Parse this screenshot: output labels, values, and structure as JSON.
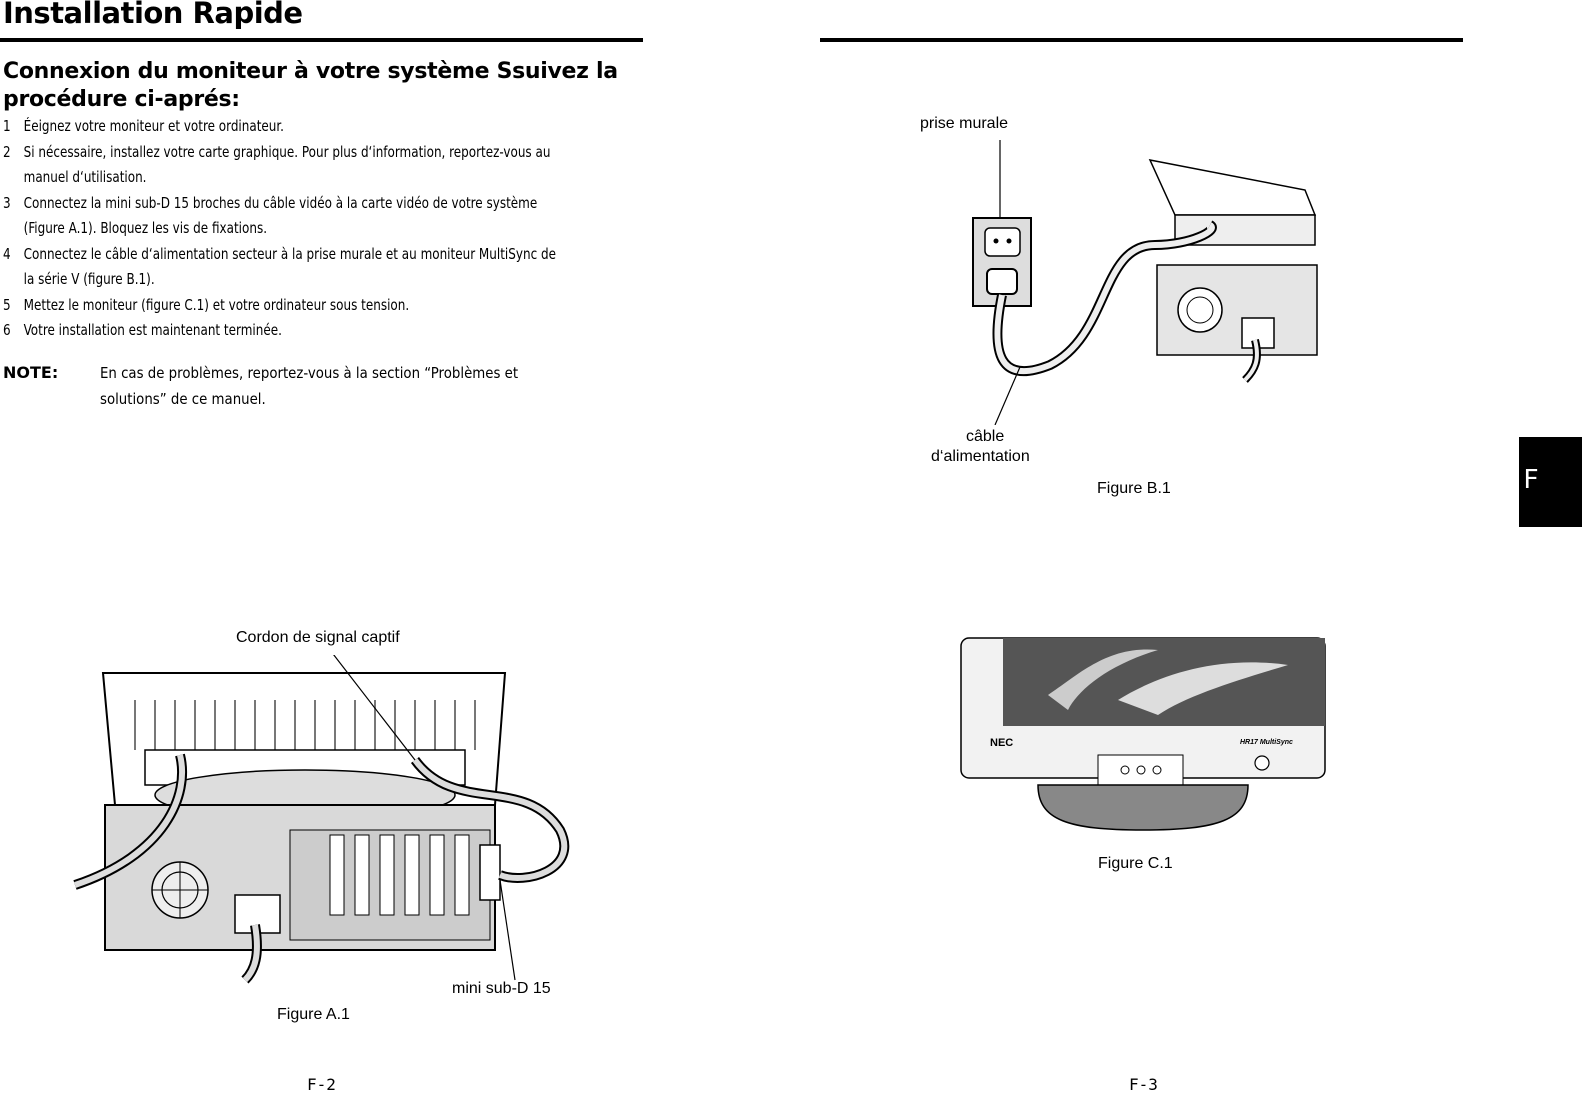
{
  "left_page": {
    "title": "Installation Rapide",
    "subtitle": "Connexion du moniteur à votre système Ssuivez la procédure ci-aprés:",
    "steps": [
      {
        "num": "1",
        "text": "Éeignez votre moniteur et votre ordinateur."
      },
      {
        "num": "2",
        "text": "Si nécessaire, installez votre carte graphique. Pour plus d‘information, reportez-vous au manuel d‘utilisation."
      },
      {
        "num": "3",
        "text": "Connectez la mini sub-D 15 broches du câble vidéo à la carte vidéo de votre système (Figure A.1). Bloquez les vis de fixations."
      },
      {
        "num": "4",
        "text": "Connectez le câble d‘alimentation secteur à la prise murale et au moniteur MultiSync de la série V (figure B.1)."
      },
      {
        "num": "5",
        "text": "Mettez le moniteur (figure C.1) et votre ordinateur sous tension."
      },
      {
        "num": "6",
        "text": "Votre installation est maintenant terminée."
      }
    ],
    "note_label": "NOTE:",
    "note_text": "En cas de problèmes, reportez-vous à la section “Problèmes et solutions” de ce manuel.",
    "figure_a": {
      "callout_top": "Cordon de signal captif",
      "callout_bottom": "mini sub-D 15",
      "caption": "Figure A.1"
    },
    "page_number": "F-2"
  },
  "right_page": {
    "figure_b": {
      "callout_top": "prise murale",
      "callout_bottom_line1": "câble",
      "callout_bottom_line2": "d‘alimentation",
      "caption": "Figure B.1"
    },
    "figure_c": {
      "brand": "NEC",
      "model": "HR17 MultiSync",
      "caption": "Figure C.1"
    },
    "page_number": "F-3",
    "side_tab": "F"
  }
}
